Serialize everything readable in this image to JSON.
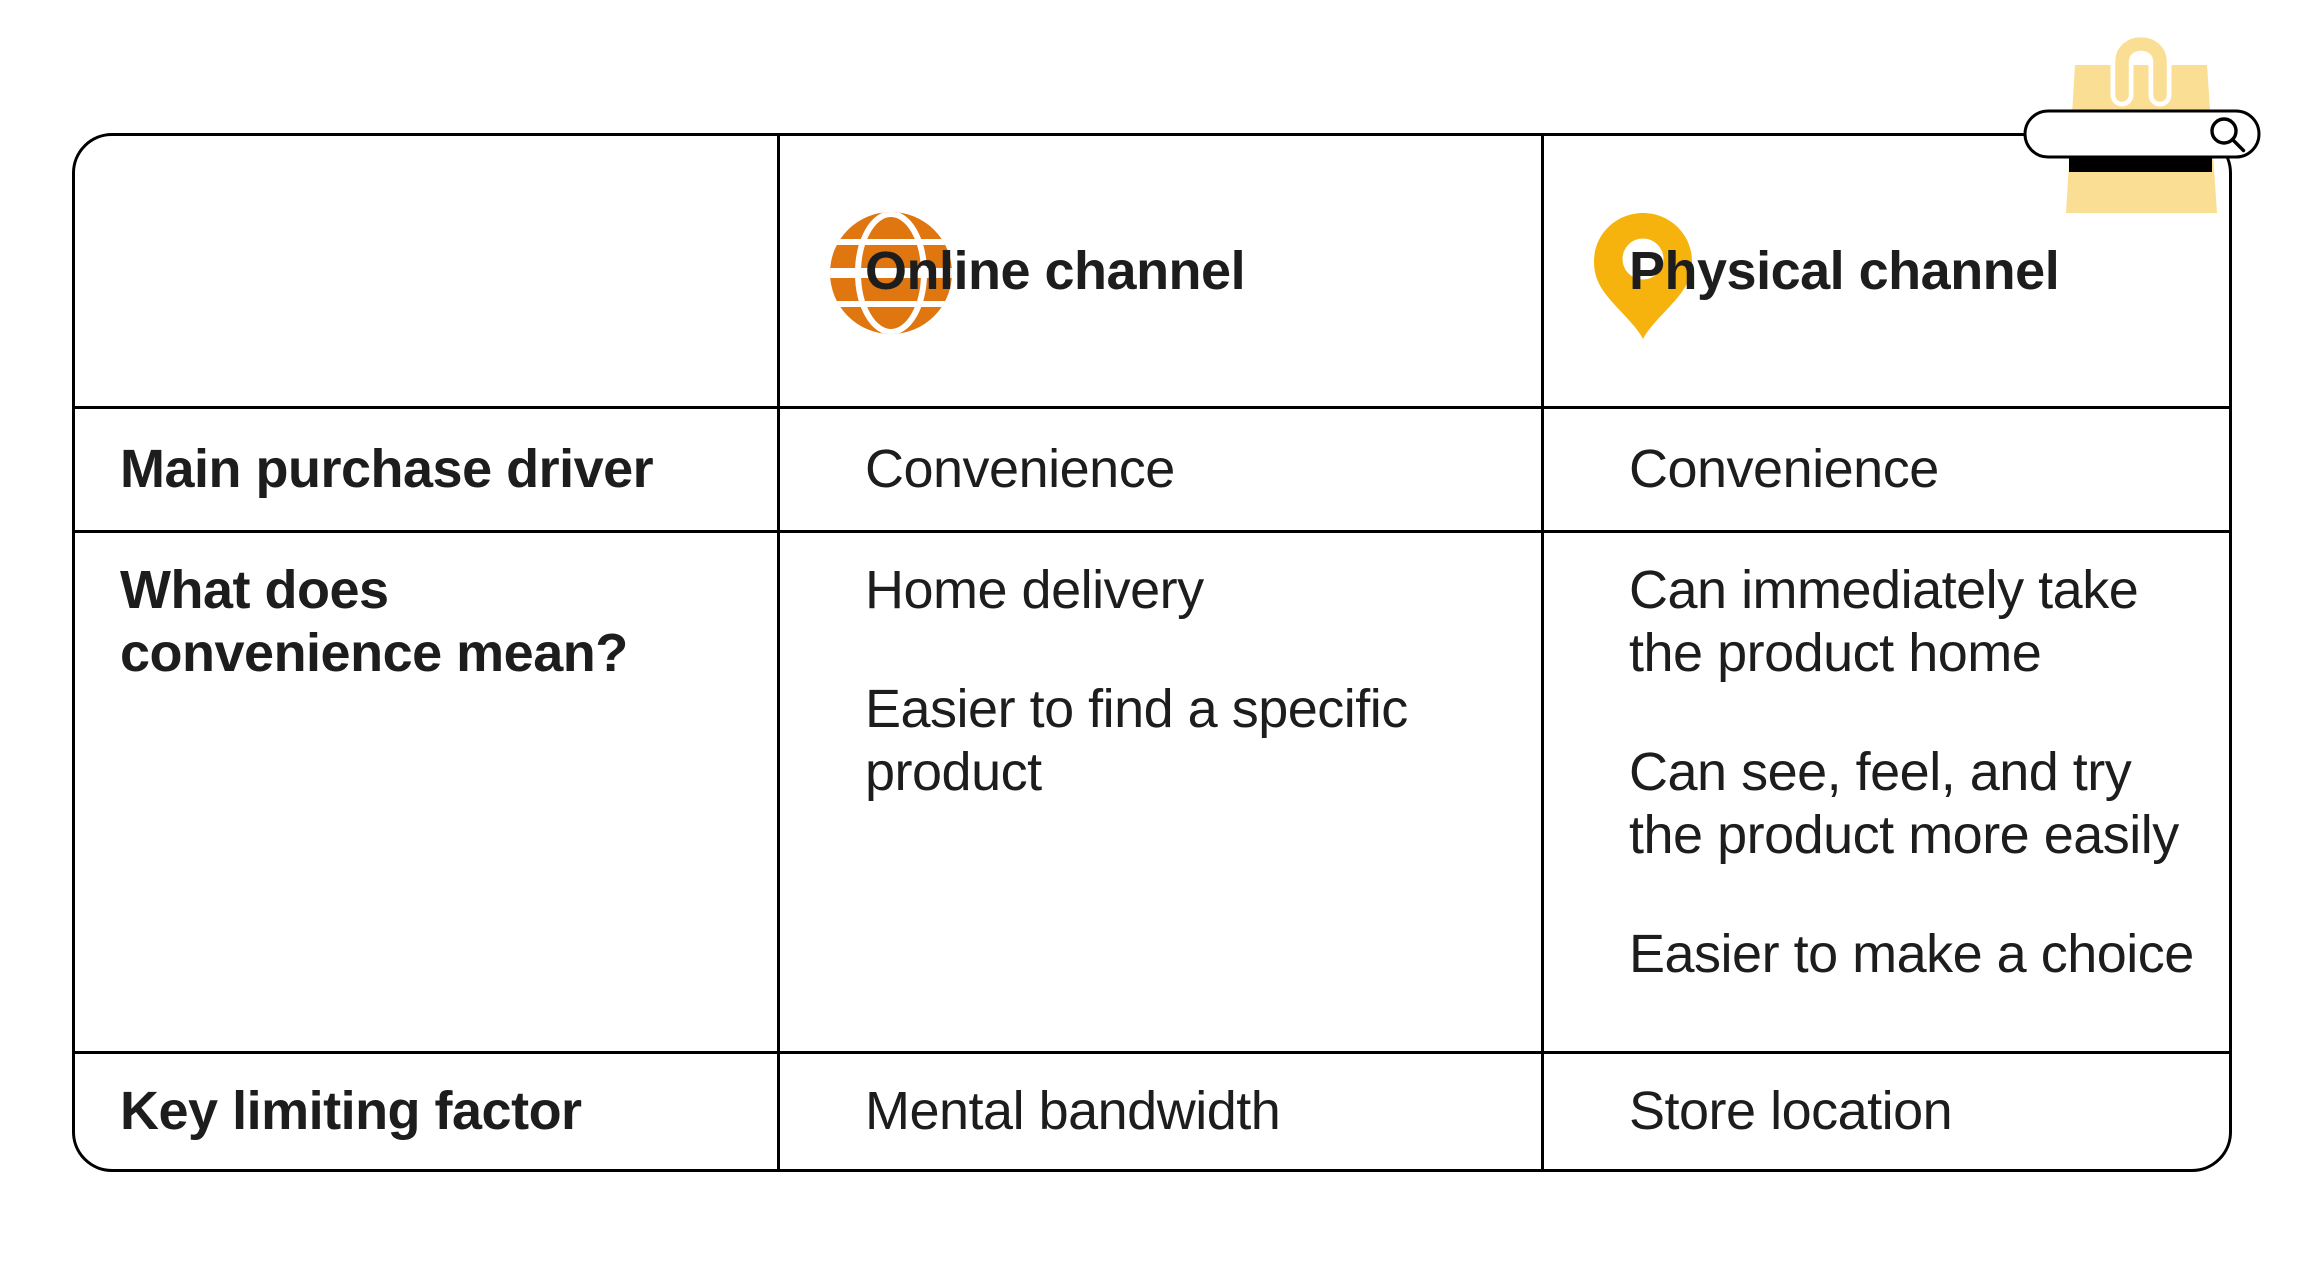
{
  "table": {
    "columns": [
      {
        "id": "label",
        "title": ""
      },
      {
        "id": "online",
        "title": "Online channel",
        "icon": "globe-icon",
        "icon_color": "#E0760F"
      },
      {
        "id": "physical",
        "title": "Physical channel",
        "icon": "location-pin-icon",
        "icon_color": "#F6B30D"
      }
    ],
    "rows": [
      {
        "label": "Main purchase driver",
        "online": [
          "Convenience"
        ],
        "physical": [
          "Convenience"
        ]
      },
      {
        "label": "What does\nconvenience mean?",
        "online": [
          "Home delivery",
          "Easier to find a specific\nproduct"
        ],
        "physical": [
          "Can immediately take\nthe product home",
          "Can see, feel, and try\nthe product more easily",
          "Easier to make a choice"
        ]
      },
      {
        "label": "Key limiting factor",
        "online": [
          "Mental bandwidth"
        ],
        "physical": [
          "Store location"
        ]
      }
    ]
  },
  "decoration": {
    "bag_icon": "shopping-bag-with-search-bar",
    "bag_color": "#FADE93",
    "stripe_color": "#000000",
    "pill_fill": "#FFFFFF",
    "search_icon": "magnifier"
  },
  "colors": {
    "border": "#000000",
    "text": "#1D1D1D",
    "globe_orange": "#E0760F",
    "pin_amber": "#F6B30D"
  }
}
